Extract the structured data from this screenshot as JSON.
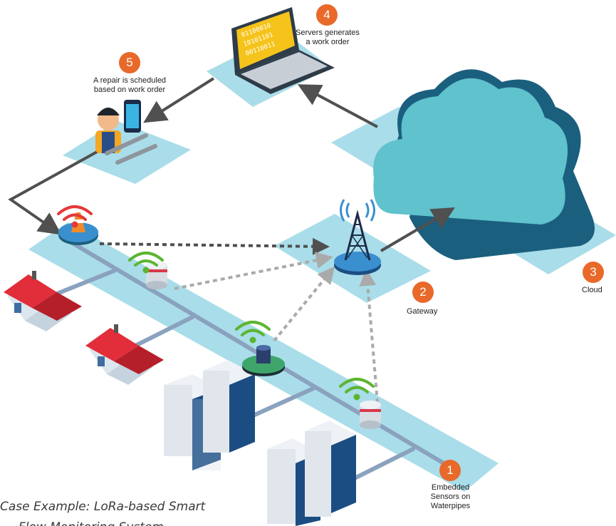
{
  "steps": [
    {
      "number": "1",
      "label_lines": [
        "Embedded",
        "Sensors on",
        "Waterpipes"
      ]
    },
    {
      "number": "2",
      "label_lines": [
        "Gateway"
      ]
    },
    {
      "number": "3",
      "label_lines": [
        "Cloud"
      ]
    },
    {
      "number": "4",
      "label_lines": [
        "Servers generates",
        "a work order"
      ]
    },
    {
      "number": "5",
      "label_lines": [
        "A repair is scheduled",
        "based on work order"
      ]
    }
  ],
  "laptop_screen_lines": [
    "01100010",
    "10101101",
    "00110011"
  ],
  "caption_lines": [
    "Case Example: LoRa-based Smart",
    "Flow Monitoring System"
  ],
  "colors": {
    "accent": "#e8692a",
    "platform": "#a9dde9",
    "cloud_face": "#5fc2cd",
    "cloud_side": "#1b5f7e",
    "roof": "#e22d3a",
    "wifi_red": "#e63838",
    "wifi_green": "#5cb531",
    "pipe": "#8aa2be"
  }
}
